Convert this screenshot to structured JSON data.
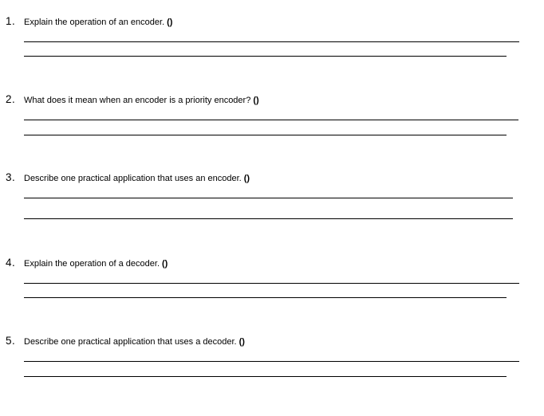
{
  "document": {
    "background": "#ffffff",
    "text_color": "#000000",
    "line_color": "#000000"
  },
  "questions": [
    {
      "number": "1.",
      "text": "Explain the operation of an encoder.",
      "points": "()"
    },
    {
      "number": "2.",
      "text": "What does it mean when an encoder is a priority encoder?",
      "points": "()"
    },
    {
      "number": "3.",
      "text": "Describe one practical application that uses an encoder.",
      "points": "()"
    },
    {
      "number": "4.",
      "text": "Explain the operation of a decoder.",
      "points": "()"
    },
    {
      "number": "5.",
      "text": "Describe one practical application that uses a decoder.",
      "points": "()"
    }
  ]
}
